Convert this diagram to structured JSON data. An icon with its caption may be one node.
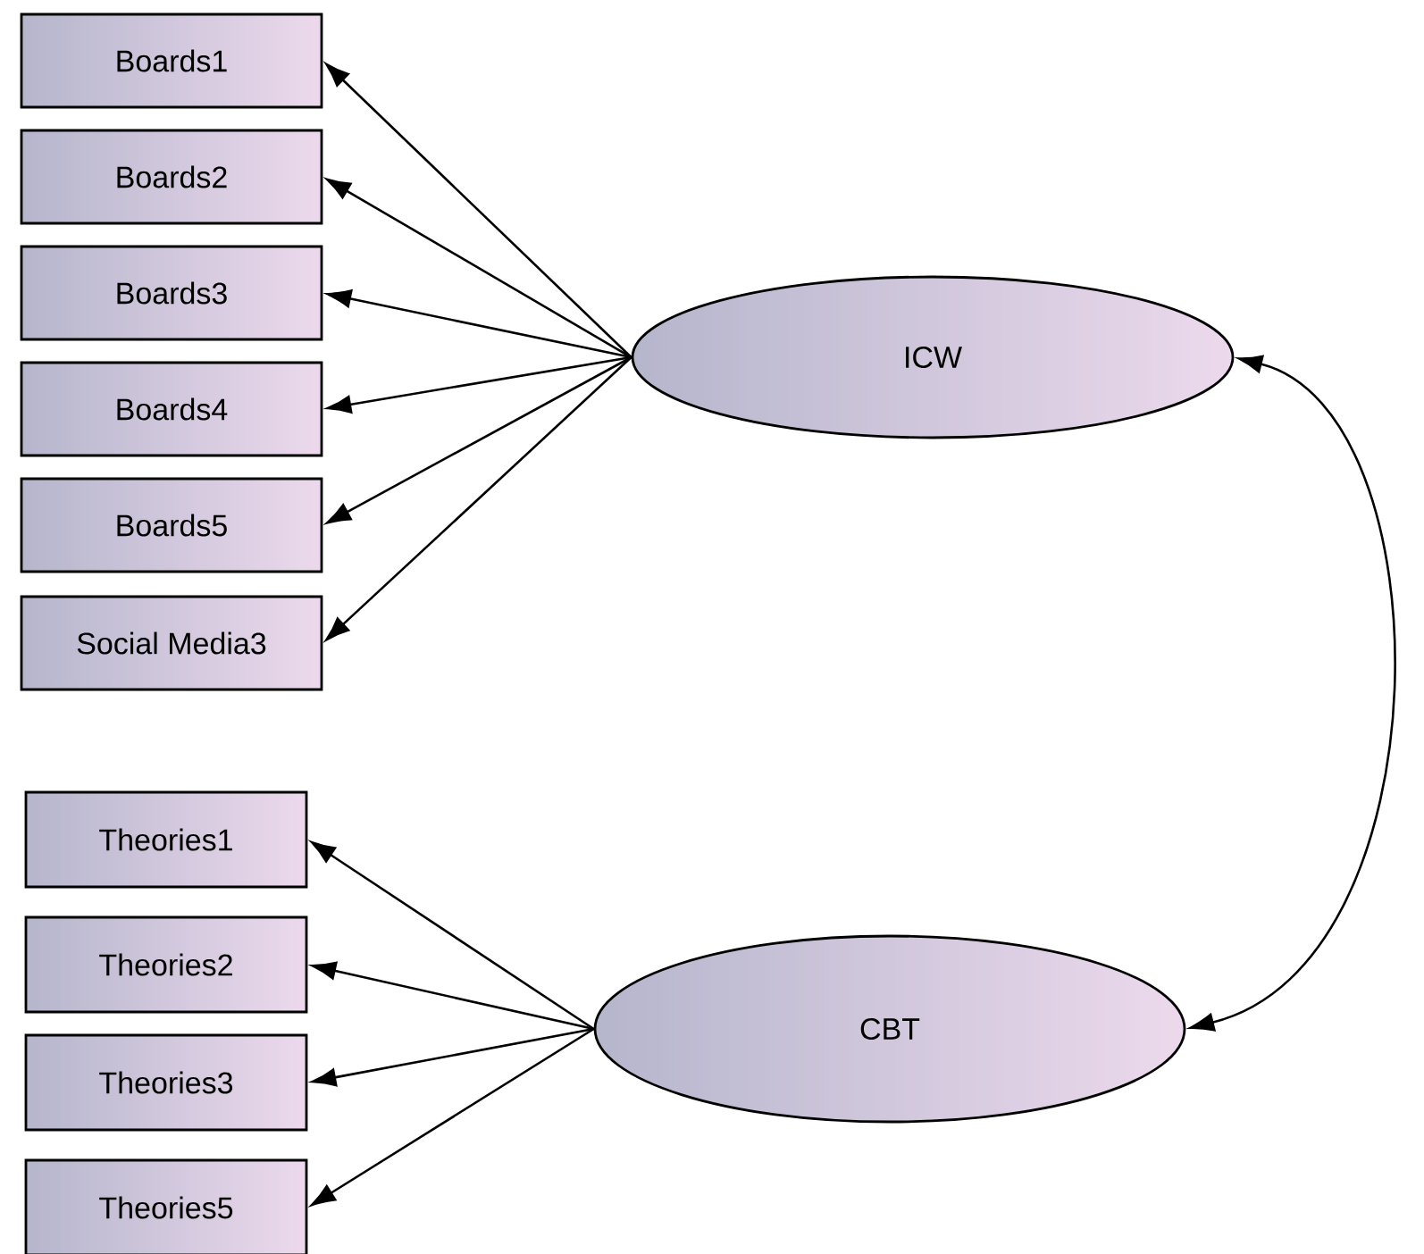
{
  "diagram": {
    "nodes": [
      {
        "text": [
          "Boards1"
        ]
      },
      {
        "text": [
          "Boards2"
        ]
      },
      {
        "text": [
          "Boards3"
        ]
      },
      {
        "text": [
          "Boards4"
        ]
      },
      {
        "text": [
          "Boards5"
        ]
      },
      {
        "text": [
          "Social Media3"
        ]
      },
      {
        "text": [
          "ICW"
        ]
      },
      {
        "text": [
          "CBT"
        ]
      },
      {
        "text": [
          "Theories1"
        ]
      },
      {
        "text": [
          "Theories2"
        ]
      },
      {
        "text": [
          "Theories3"
        ]
      },
      {
        "text": [
          "Theories5"
        ]
      }
    ],
    "edges": [
      {
        "from": 6,
        "to": 0,
        "arrow": "to"
      },
      {
        "from": 6,
        "to": 1,
        "arrow": "to"
      },
      {
        "from": 6,
        "to": 2,
        "arrow": "to"
      },
      {
        "from": 6,
        "to": 3,
        "arrow": "to"
      },
      {
        "from": 6,
        "to": 4,
        "arrow": "to"
      },
      {
        "from": 6,
        "to": 5,
        "arrow": "to"
      },
      {
        "from": 6,
        "to": 7,
        "arrow": "both"
      },
      {
        "from": 7,
        "to": 8,
        "arrow": "to"
      },
      {
        "from": 7,
        "to": 9,
        "arrow": "to"
      },
      {
        "from": 7,
        "to": 10,
        "arrow": "to"
      },
      {
        "from": 7,
        "to": 11,
        "arrow": "to"
      }
    ]
  }
}
